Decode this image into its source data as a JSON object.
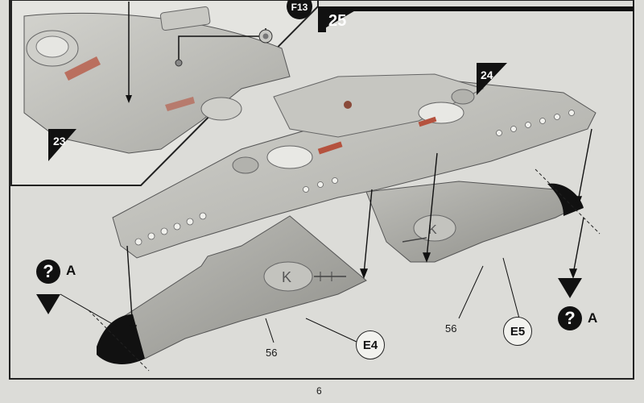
{
  "steps": {
    "step_23": "23",
    "step_24": "24",
    "step_25": "25"
  },
  "part_refs": {
    "top_callout": "F13",
    "left_sprue": "E4",
    "right_sprue": "E5",
    "left_part_number": "56",
    "right_part_number": "56"
  },
  "marks": {
    "option_letter_left": "A",
    "option_letter_right": "A",
    "question_symbol": "?",
    "underwing_code": "K"
  },
  "footer": {
    "page_number": "6"
  },
  "colors": {
    "paper": "#dcdcd8",
    "part_grey": "#b9b9b4",
    "part_shadow": "#8f8f8a",
    "black": "#111111",
    "accent_red": "#b5523e"
  }
}
